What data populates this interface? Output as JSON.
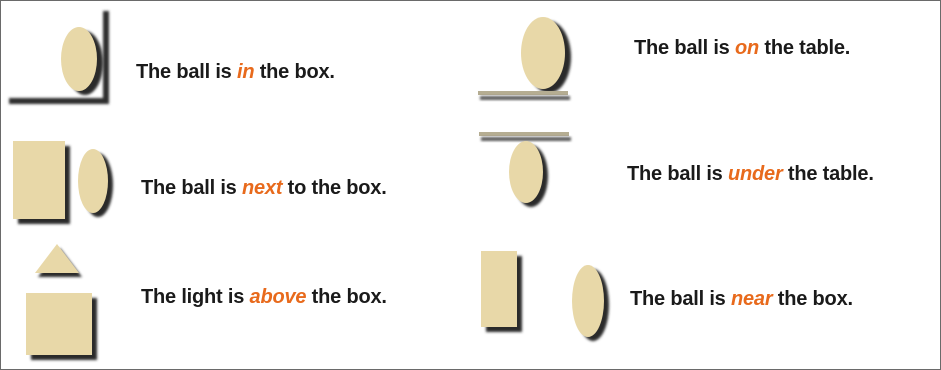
{
  "colors": {
    "object_fill": "#e8d8a8",
    "shadow": "#2b2b2b",
    "surface": "#b5ad92",
    "keyword": "#e86a1c",
    "text": "#1a1a1a"
  },
  "rows": [
    {
      "id": "in",
      "pre": "The ball is ",
      "kw": "in",
      "post": " the box."
    },
    {
      "id": "on",
      "pre": "The ball is ",
      "kw": "on",
      "post": " the table."
    },
    {
      "id": "next",
      "pre": "The ball is ",
      "kw": "next",
      "post": " to the box."
    },
    {
      "id": "under",
      "pre": "The ball is ",
      "kw": "under",
      "post": " the table."
    },
    {
      "id": "above",
      "pre": "The light is ",
      "kw": "above",
      "post": " the box."
    },
    {
      "id": "near",
      "pre": "The ball is ",
      "kw": "near",
      "post": " the box."
    }
  ]
}
